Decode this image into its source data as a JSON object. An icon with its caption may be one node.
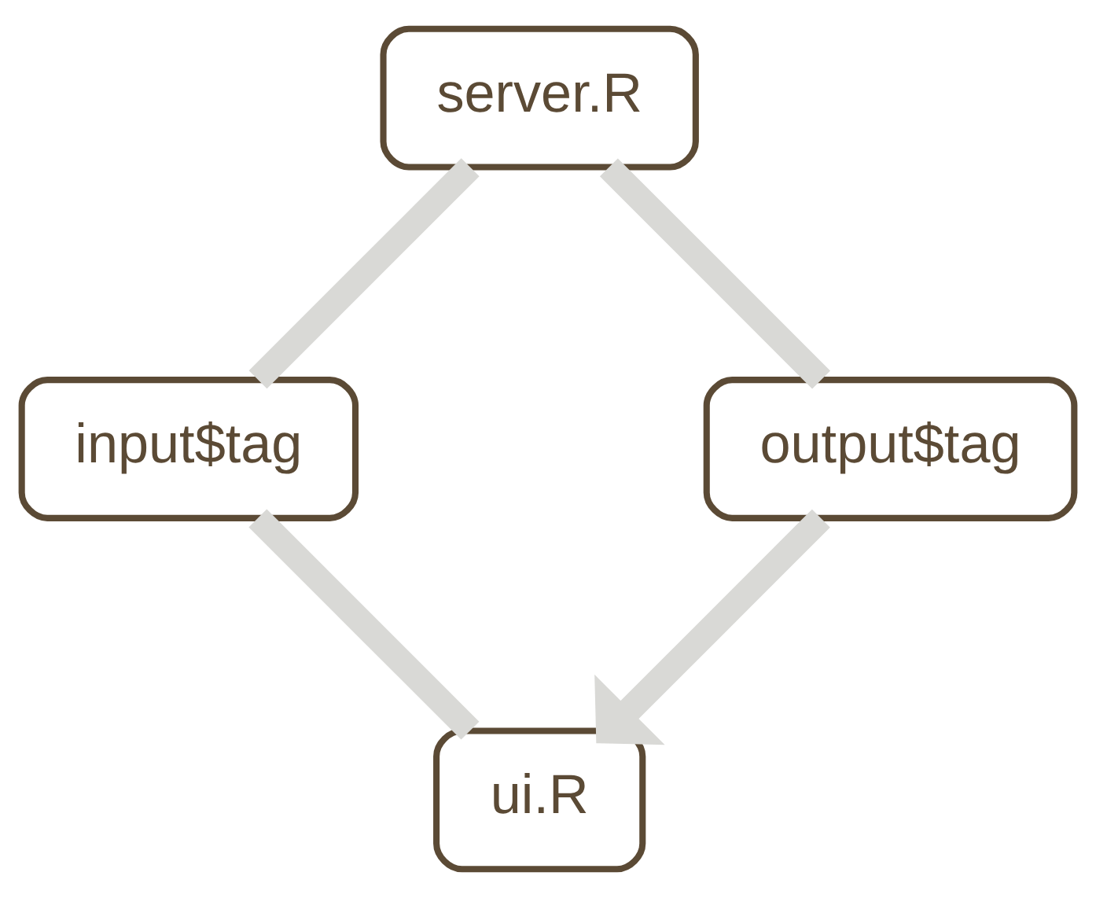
{
  "diagram": {
    "nodes": [
      {
        "text": [
          "ui.R"
        ]
      },
      {
        "text": [
          "input$tag"
        ]
      },
      {
        "text": [
          "server.R"
        ]
      },
      {
        "text": [
          "output$tag"
        ]
      }
    ],
    "edges": [
      {
        "from": 0,
        "to": 1,
        "arrow": "none"
      },
      {
        "from": 1,
        "to": 2,
        "arrow": "none"
      },
      {
        "from": 2,
        "to": 3,
        "arrow": "none"
      },
      {
        "from": 3,
        "to": 0,
        "arrow": "to"
      }
    ]
  }
}
